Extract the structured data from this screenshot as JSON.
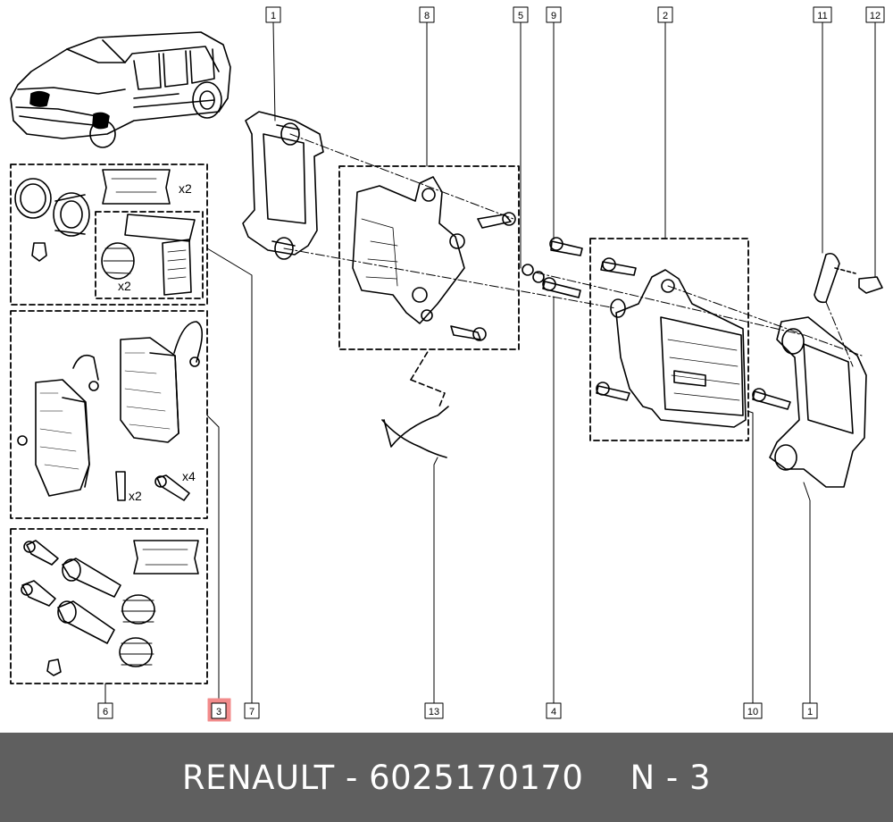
{
  "callouts": {
    "c1_top": "1",
    "c8": "8",
    "c5": "5",
    "c9": "9",
    "c2": "2",
    "c11": "11",
    "c12": "12",
    "c6": "6",
    "c3": "3",
    "c7": "7",
    "c13": "13",
    "c4": "4",
    "c10": "10",
    "c1_bottom": "1"
  },
  "quantities": {
    "seal_kit": "x2",
    "boots": "x2",
    "pins": "x2",
    "bolts": "x4"
  },
  "footer": {
    "brand_part": "RENAULT - 6025170170",
    "position": "N - 3"
  },
  "colors": {
    "footer_bg": "#5f5f5f",
    "highlight": "#f28b8b"
  }
}
